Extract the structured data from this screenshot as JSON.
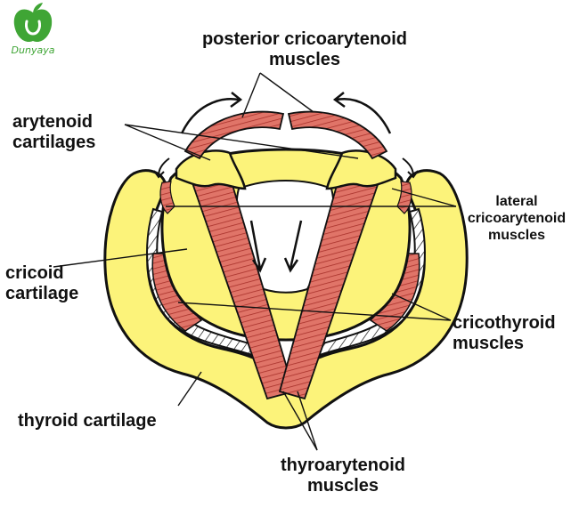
{
  "logo": {
    "text": "Dunyaya",
    "color": "#3fa535"
  },
  "colors": {
    "cartilage_fill": "#fcf37a",
    "muscle_fill": "#e07468",
    "muscle_stripe": "#a8302a",
    "outline": "#111111",
    "ventricle_fill": "#ffffff"
  },
  "labels": {
    "posterior_cricoarytenoid": "posterior cricoarytenoid\nmuscles",
    "arytenoid": "arytenoid\ncartilages",
    "lateral_cricoarytenoid": "lateral\ncricoarytenoid\nmuscles",
    "cricoid": "cricoid\ncartilage",
    "cricothyroid": "cricothyroid\nmuscles",
    "thyroid": "thyroid cartilage",
    "thyroarytenoid": "thyroarytenoid\nmuscles"
  }
}
